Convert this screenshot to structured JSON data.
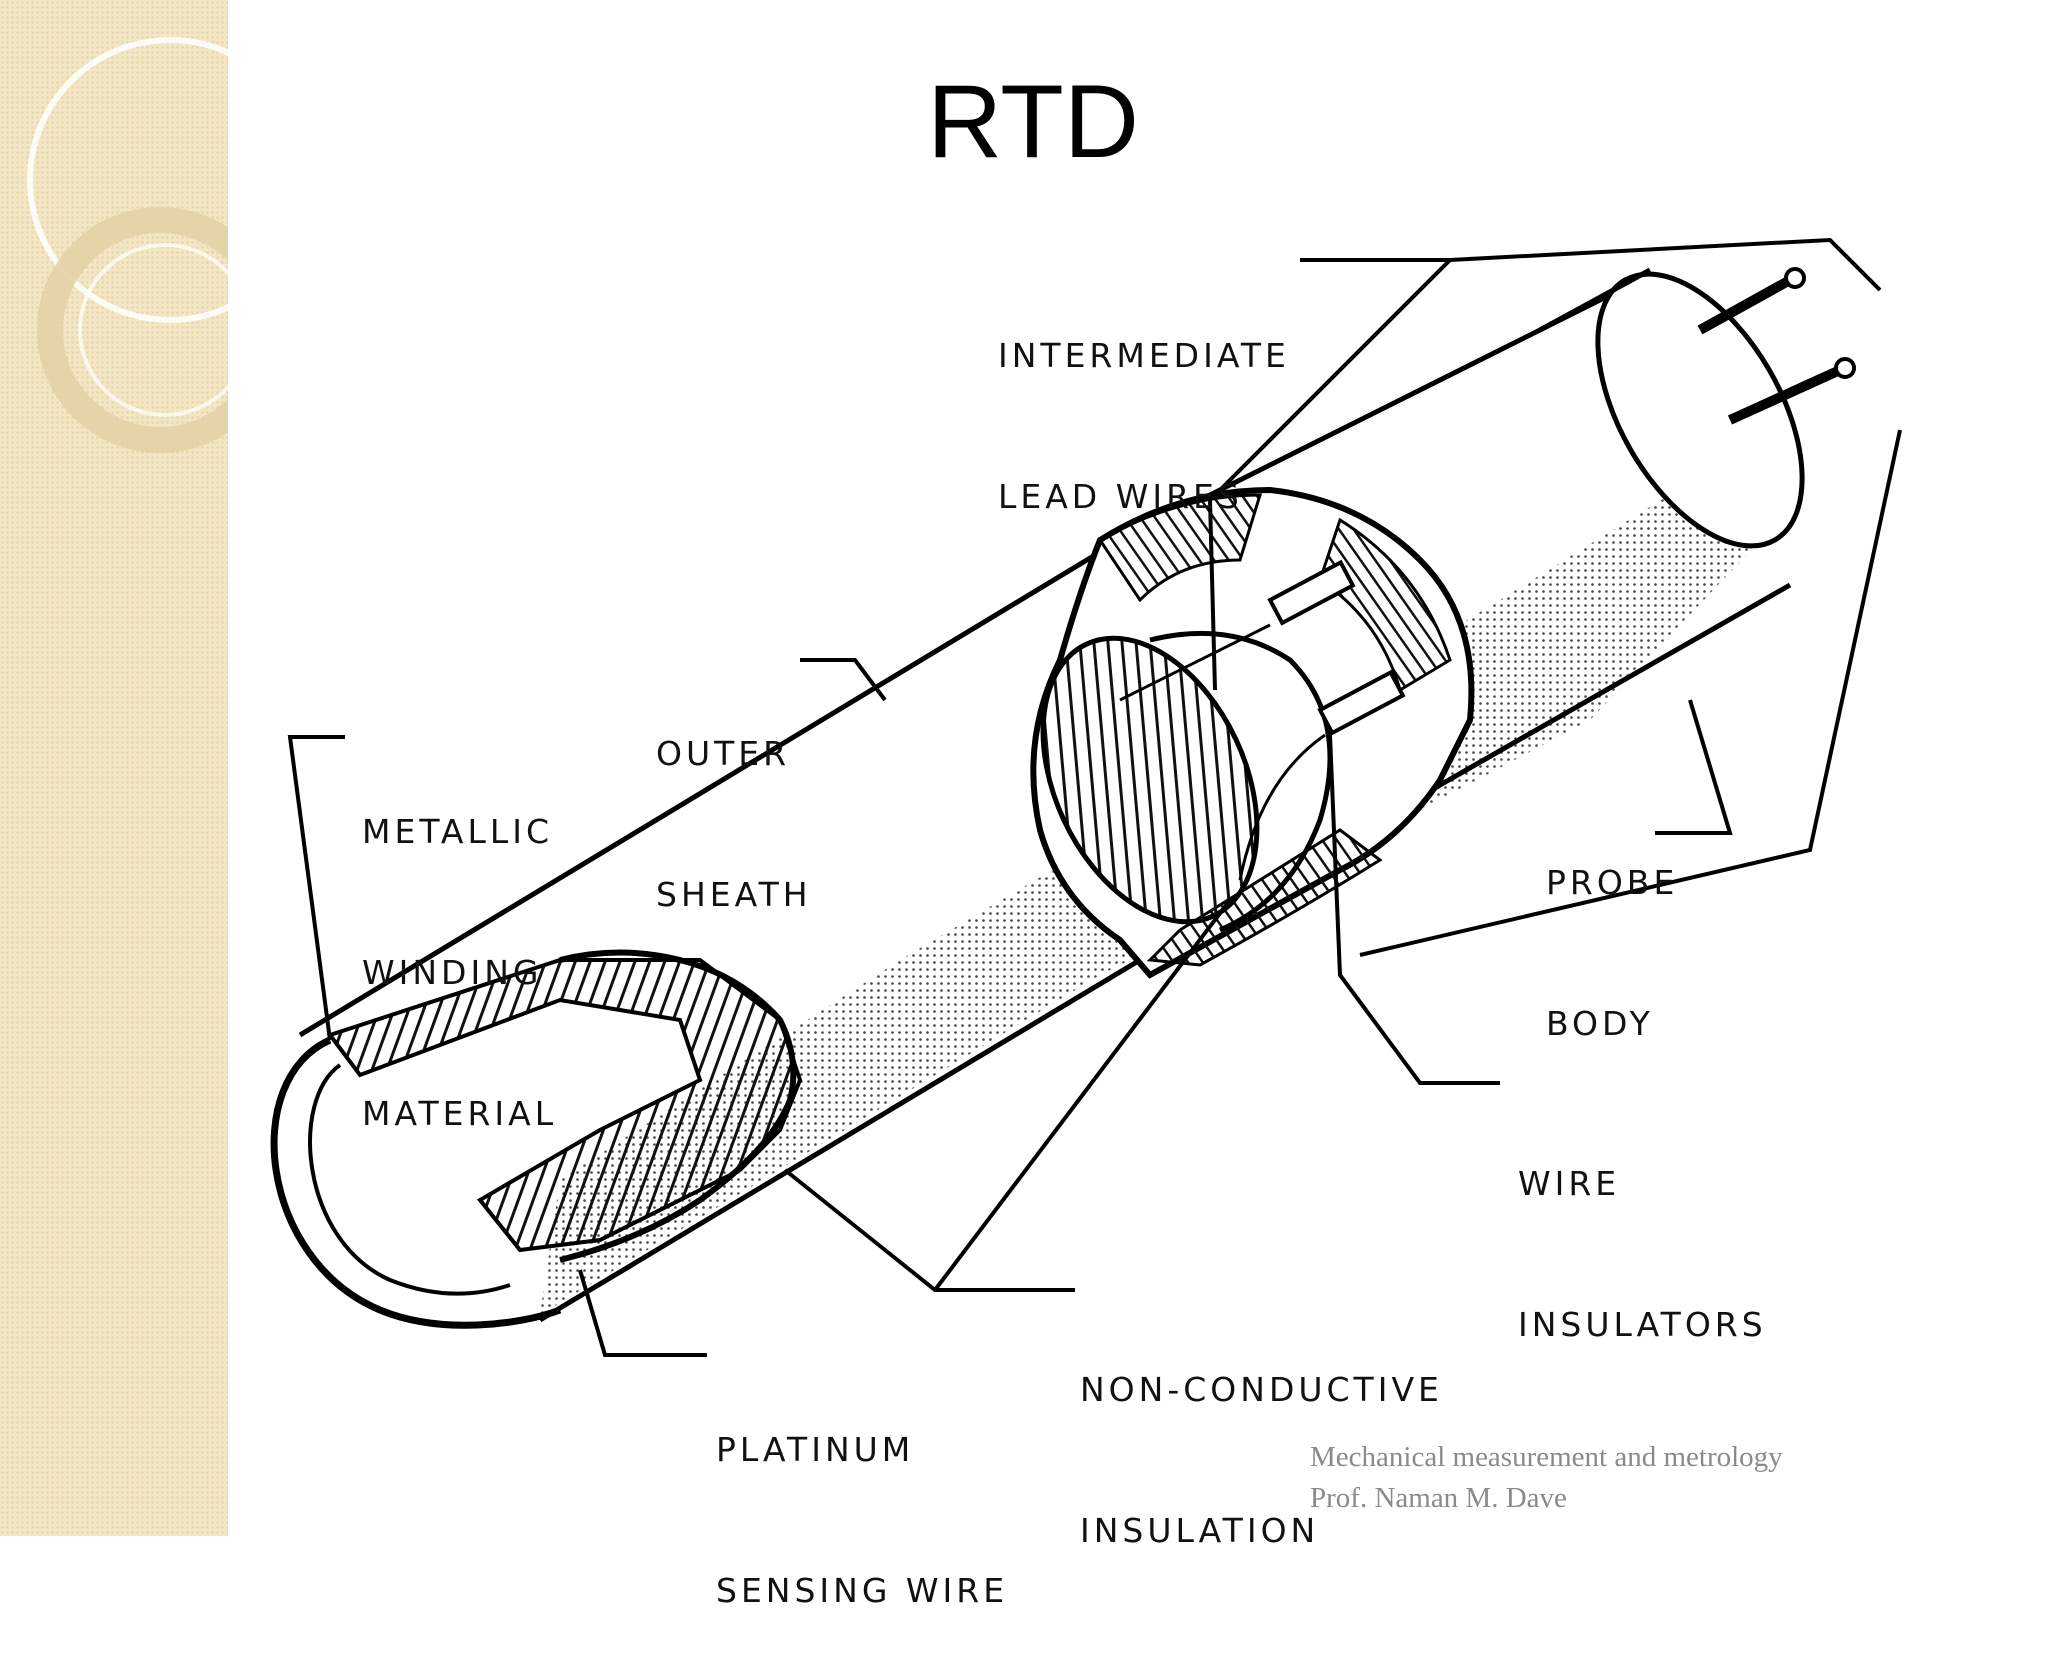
{
  "slide": {
    "title": "RTD"
  },
  "diagram": {
    "labels": {
      "intermediate_lead_wires": [
        "INTERMEDIATE",
        "LEAD WIRES"
      ],
      "outer_sheath": [
        "OUTER",
        "SHEATH"
      ],
      "metallic_winding_material": [
        "METALLIC",
        "WINDING",
        "MATERIAL"
      ],
      "probe_body": [
        "PROBE",
        "BODY"
      ],
      "wire_insulators": [
        "WIRE",
        "INSULATORS"
      ],
      "non_conductive_insulation": [
        "NON-CONDUCTIVE",
        "INSULATION"
      ],
      "platinum_sensing_wire": [
        "PLATINUM",
        "SENSING WIRE"
      ]
    }
  },
  "footer": {
    "line1": "Mechanical  measurement  and metrology",
    "line2": "Prof. Naman  M. Dave"
  },
  "colors": {
    "side_panel": "#f3e6c4",
    "footer_text": "#8a8a8a"
  }
}
